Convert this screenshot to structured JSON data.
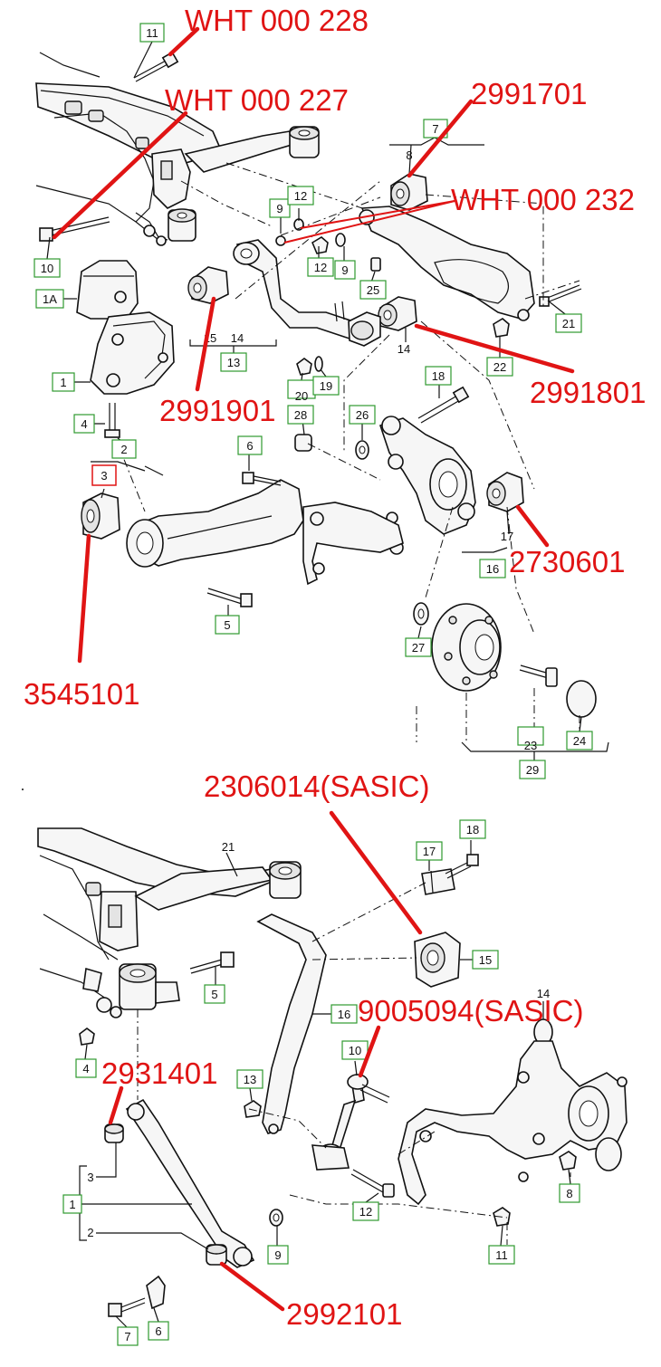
{
  "colors": {
    "annotation": "#e01414",
    "callout_box": "#2f9a2f",
    "ink": "#111111"
  },
  "part_numbers": {
    "wht228": "WHT 000 228",
    "wht227": "WHT 000 227",
    "p2991701": "2991701",
    "wht232": "WHT 000 232",
    "p2991901": "2991901",
    "p2991801": "2991801",
    "p2730601": "2730601",
    "p3545101": "3545101",
    "p2306014": "2306014(SASIC)",
    "p9005094": "9005094(SASIC)",
    "p2931401": "2931401",
    "p2992101": "2992101"
  },
  "top_callouts": {
    "c1": "1",
    "c1a": "1A",
    "c2": "2",
    "c3": "3",
    "c4": "4",
    "c5": "5",
    "c6": "6",
    "c7": "7",
    "c8": "8",
    "c9a": "9",
    "c9b": "9",
    "c10": "10",
    "c11": "11",
    "c12a": "12",
    "c12b": "12",
    "c13": "13",
    "c14a": "14",
    "c14b": "14",
    "c15": "15",
    "c16": "16",
    "c17": "17",
    "c18": "18",
    "c19": "19",
    "c20": "20",
    "c21": "21",
    "c22": "22",
    "c23": "23",
    "c24": "24",
    "c25": "25",
    "c26": "26",
    "c27": "27",
    "c28": "28",
    "c29": "29"
  },
  "bottom_callouts": {
    "b1": "1",
    "b2": "2",
    "b3": "3",
    "b4": "4",
    "b5": "5",
    "b6": "6",
    "b7": "7",
    "b8": "8",
    "b9": "9",
    "b10": "10",
    "b11": "11",
    "b12": "12",
    "b13": "13",
    "b14": "14",
    "b15": "15",
    "b16": "16",
    "b17": "17",
    "b18": "18",
    "b21": "21"
  }
}
